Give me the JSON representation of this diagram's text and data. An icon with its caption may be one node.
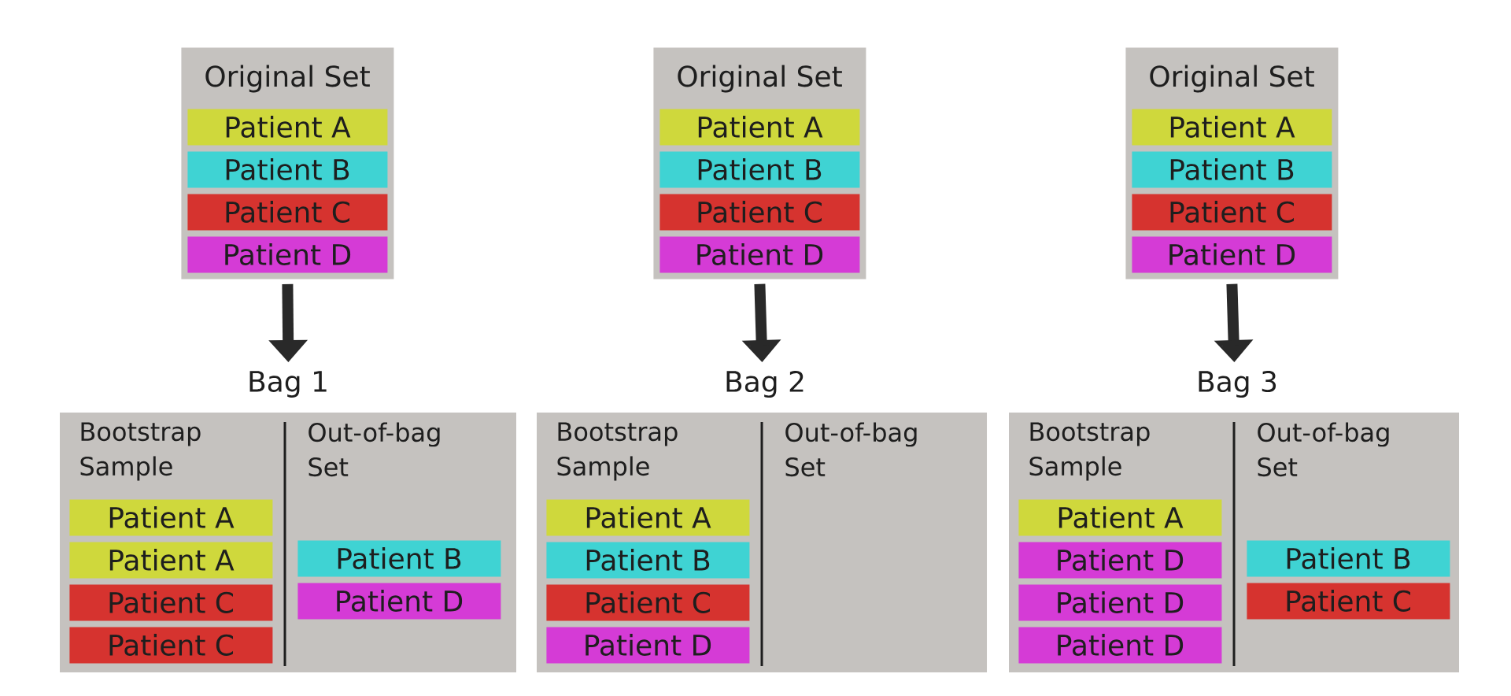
{
  "diagram": {
    "nodes": [
      {
        "text": [
          "Original Set"
        ]
      },
      {
        "text": [
          "Patient A"
        ],
        "in": 0
      },
      {
        "text": [
          "Patient B"
        ],
        "in": 0
      },
      {
        "text": [
          "Patient C"
        ],
        "in": 0
      },
      {
        "text": [
          "Patient D"
        ],
        "in": 0
      },
      {
        "text": [
          "Bag 1",
          "Bootstrap Sample",
          "Out-of-bag Set"
        ]
      },
      {
        "text": [
          "Patient A"
        ],
        "in": 5
      },
      {
        "text": [
          "Patient A"
        ],
        "in": 5
      },
      {
        "text": [
          "Patient C"
        ],
        "in": 5
      },
      {
        "text": [
          "Patient C"
        ],
        "in": 5
      },
      {
        "text": [
          "Patient B"
        ],
        "in": 5
      },
      {
        "text": [
          "Patient D"
        ],
        "in": 5
      },
      {
        "text": [
          "Original Set"
        ]
      },
      {
        "text": [
          "Patient A"
        ],
        "in": 12
      },
      {
        "text": [
          "Patient B"
        ],
        "in": 12
      },
      {
        "text": [
          "Patient C"
        ],
        "in": 12
      },
      {
        "text": [
          "Patient D"
        ],
        "in": 12
      },
      {
        "text": [
          "Bag 2",
          "Bootstrap Sample",
          "Out-of-bag Set"
        ]
      },
      {
        "text": [
          "Patient A"
        ],
        "in": 17
      },
      {
        "text": [
          "Patient B"
        ],
        "in": 17
      },
      {
        "text": [
          "Patient C"
        ],
        "in": 17
      },
      {
        "text": [
          "Patient D"
        ],
        "in": 17
      },
      {
        "text": [
          "Original Set"
        ]
      },
      {
        "text": [
          "Patient A"
        ],
        "in": 22
      },
      {
        "text": [
          "Patient B"
        ],
        "in": 22
      },
      {
        "text": [
          "Patient C"
        ],
        "in": 22
      },
      {
        "text": [
          "Patient D"
        ],
        "in": 22
      },
      {
        "text": [
          "Bag 3",
          "Bootstrap Sample",
          "Out-of-bag Set"
        ]
      },
      {
        "text": [
          "Patient A"
        ],
        "in": 27
      },
      {
        "text": [
          "Patient D"
        ],
        "in": 27
      },
      {
        "text": [
          "Patient D"
        ],
        "in": 27
      },
      {
        "text": [
          "Patient D"
        ],
        "in": 27
      },
      {
        "text": [
          "Patient B"
        ],
        "in": 27
      },
      {
        "text": [
          "Patient C"
        ],
        "in": 27
      }
    ],
    "edges": [
      {
        "from": 0,
        "to": 5,
        "arrow": "to"
      },
      {
        "from": 12,
        "to": 17,
        "arrow": "to"
      },
      {
        "from": 22,
        "to": 27,
        "arrow": "to"
      }
    ]
  }
}
